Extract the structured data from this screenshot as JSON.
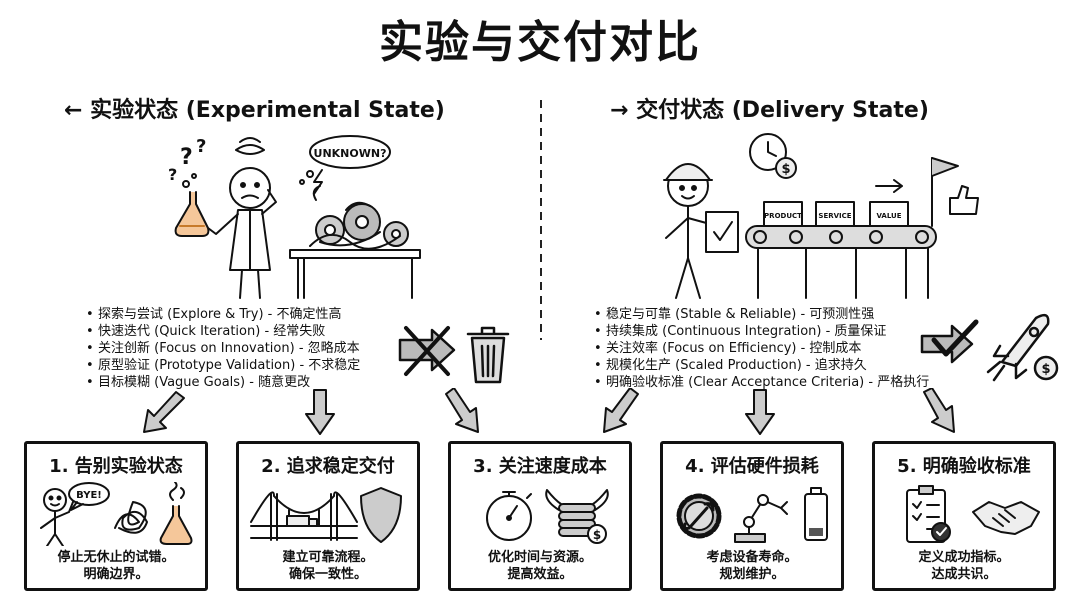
{
  "title": "实验与交付对比",
  "left": {
    "heading": "← 实验状态 (Experimental State)",
    "thought_label": "UNKNOWN?",
    "bullets": [
      "探索与尝试 (Explore & Try) - 不确定性高",
      "快速迭代 (Quick Iteration) - 经常失败",
      "关注创新 (Focus on Innovation) - 忽略成本",
      "原型验证 (Prototype Validation) - 不求稳定",
      "目标模糊 (Vague Goals) - 随意更改"
    ]
  },
  "right": {
    "heading": "→ 交付状态 (Delivery State)",
    "box_labels": [
      "PRODUCT",
      "SERVICE",
      "VALUE"
    ],
    "bullets": [
      "稳定与可靠 (Stable & Reliable) - 可预测性强",
      "持续集成 (Continuous Integration) - 质量保证",
      "关注效率 (Focus on Efficiency) - 控制成本",
      "规模化生产 (Scaled Production) - 追求持久",
      "明确验收标准 (Clear Acceptance Criteria) - 严格执行"
    ]
  },
  "cards": [
    {
      "title": "1. 告别实验状态",
      "desc": [
        "停止无休止的试错。",
        "明确边界。"
      ],
      "speech": "BYE!"
    },
    {
      "title": "2. 追求稳定交付",
      "desc": [
        "建立可靠流程。",
        "确保一致性。"
      ]
    },
    {
      "title": "3. 关注速度成本",
      "desc": [
        "优化时间与资源。",
        "提高效益。"
      ]
    },
    {
      "title": "4. 评估硬件损耗",
      "desc": [
        "考虑设备寿命。",
        "规划维护。"
      ]
    },
    {
      "title": "5. 明确验收标准",
      "desc": [
        "定义成功指标。",
        "达成共识。"
      ]
    }
  ],
  "icons": {
    "left_illustration": [
      "confused-scientist-icon",
      "flask-icon",
      "question-mark-icon",
      "thought-bubble-icon",
      "lightning-icon",
      "messy-gears-pile-icon",
      "workbench-icon"
    ],
    "left_status": [
      "crossed-out-arrow-icon",
      "trash-can-icon"
    ],
    "right_illustration": [
      "worker-hard-hat-icon",
      "clipboard-check-icon",
      "clock-icon",
      "dollar-coin-icon",
      "conveyor-belt-icon",
      "finish-flag-icon",
      "thumbs-up-icon"
    ],
    "right_status": [
      "checkmark-arrow-icon",
      "rocket-icon",
      "dollar-coin-icon"
    ],
    "card_icons": [
      [
        "waving-stick-figure-icon",
        "speech-bubble-icon",
        "tangled-scribble-icon",
        "smoking-flask-icon"
      ],
      [
        "suspension-bridge-icon",
        "truck-icon",
        "shield-icon"
      ],
      [
        "stopwatch-icon",
        "winged-coin-stack-icon"
      ],
      [
        "gear-wrench-icon",
        "robot-arm-icon",
        "battery-icon"
      ],
      [
        "checklist-clipboard-icon",
        "handshake-icon"
      ]
    ]
  }
}
